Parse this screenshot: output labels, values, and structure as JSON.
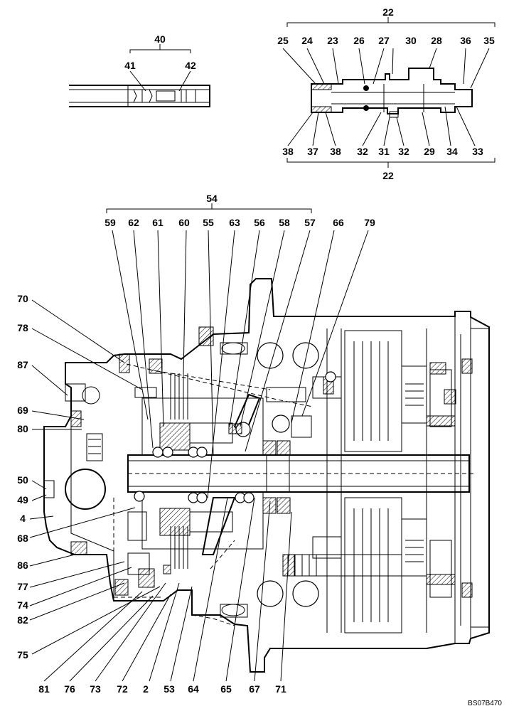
{
  "drawing_code": "BS07B470",
  "groups": {
    "g40": "40",
    "g22_top": "22",
    "g22_bottom": "22",
    "g54": "54"
  },
  "labels": {
    "p41": "41",
    "p42": "42",
    "p25": "25",
    "p24": "24",
    "p23": "23",
    "p26": "26",
    "p27": "27",
    "p30": "30",
    "p28": "28",
    "p36": "36",
    "p35": "35",
    "p38a": "38",
    "p37": "37",
    "p38b": "38",
    "p32a": "32",
    "p31": "31",
    "p32b": "32",
    "p29": "29",
    "p34": "34",
    "p33": "33",
    "p59": "59",
    "p62": "62",
    "p61": "61",
    "p60": "60",
    "p55": "55",
    "p63": "63",
    "p56": "56",
    "p58": "58",
    "p57": "57",
    "p66": "66",
    "p79": "79",
    "p70": "70",
    "p78": "78",
    "p87": "87",
    "p69": "69",
    "p80": "80",
    "p50": "50",
    "p49": "49",
    "p4": "4",
    "p68": "68",
    "p86": "86",
    "p77": "77",
    "p74": "74",
    "p82": "82",
    "p75": "75",
    "p81": "81",
    "p76": "76",
    "p73": "73",
    "p72": "72",
    "p2": "2",
    "p53": "53",
    "p64": "64",
    "p65": "65",
    "p67": "67",
    "p71": "71"
  }
}
